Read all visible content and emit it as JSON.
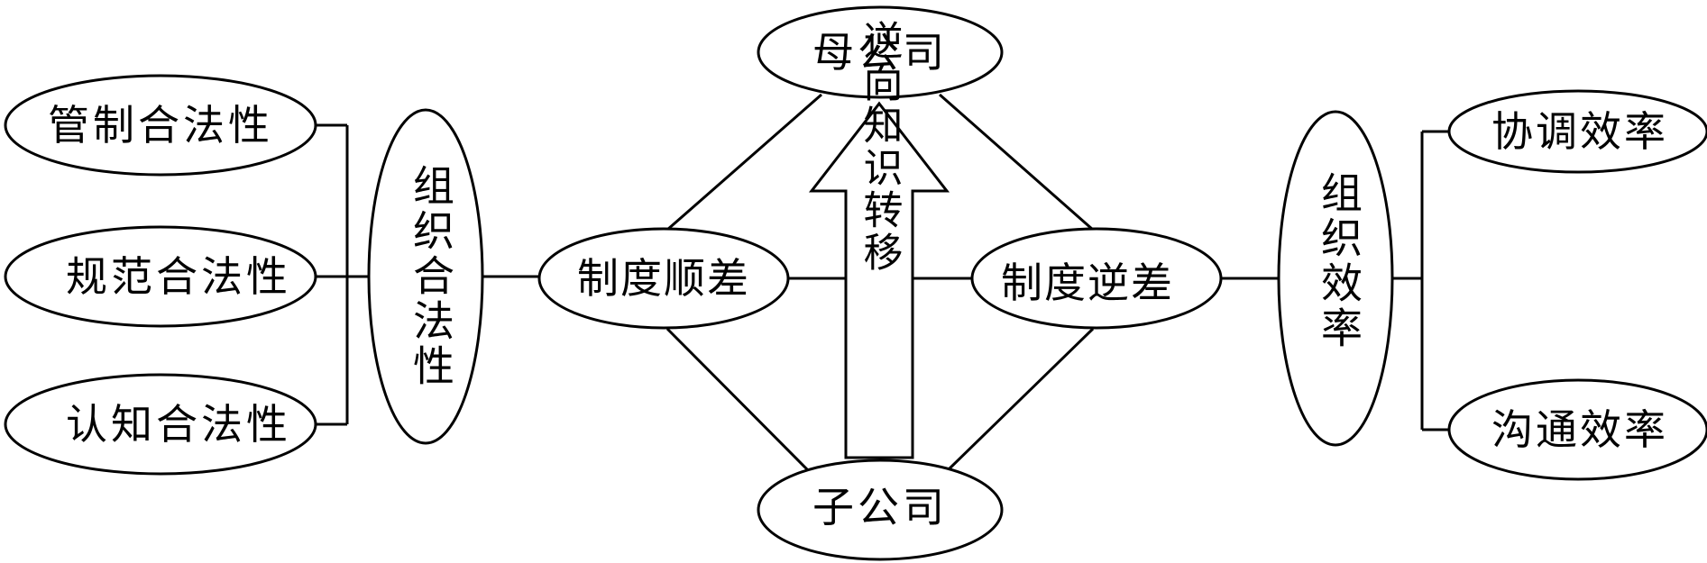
{
  "left": {
    "items": [
      "管制合法性",
      "规范合法性",
      "认知合法性"
    ],
    "group": "组织合法性"
  },
  "center": {
    "parent": "母公司",
    "child": "子公司",
    "gap_same": "制度顺差",
    "gap_reverse": "制度逆差",
    "arrow_text": "逆向知识转移"
  },
  "right": {
    "group": "组织效率",
    "items": [
      "协调效率",
      "沟通效率"
    ]
  }
}
